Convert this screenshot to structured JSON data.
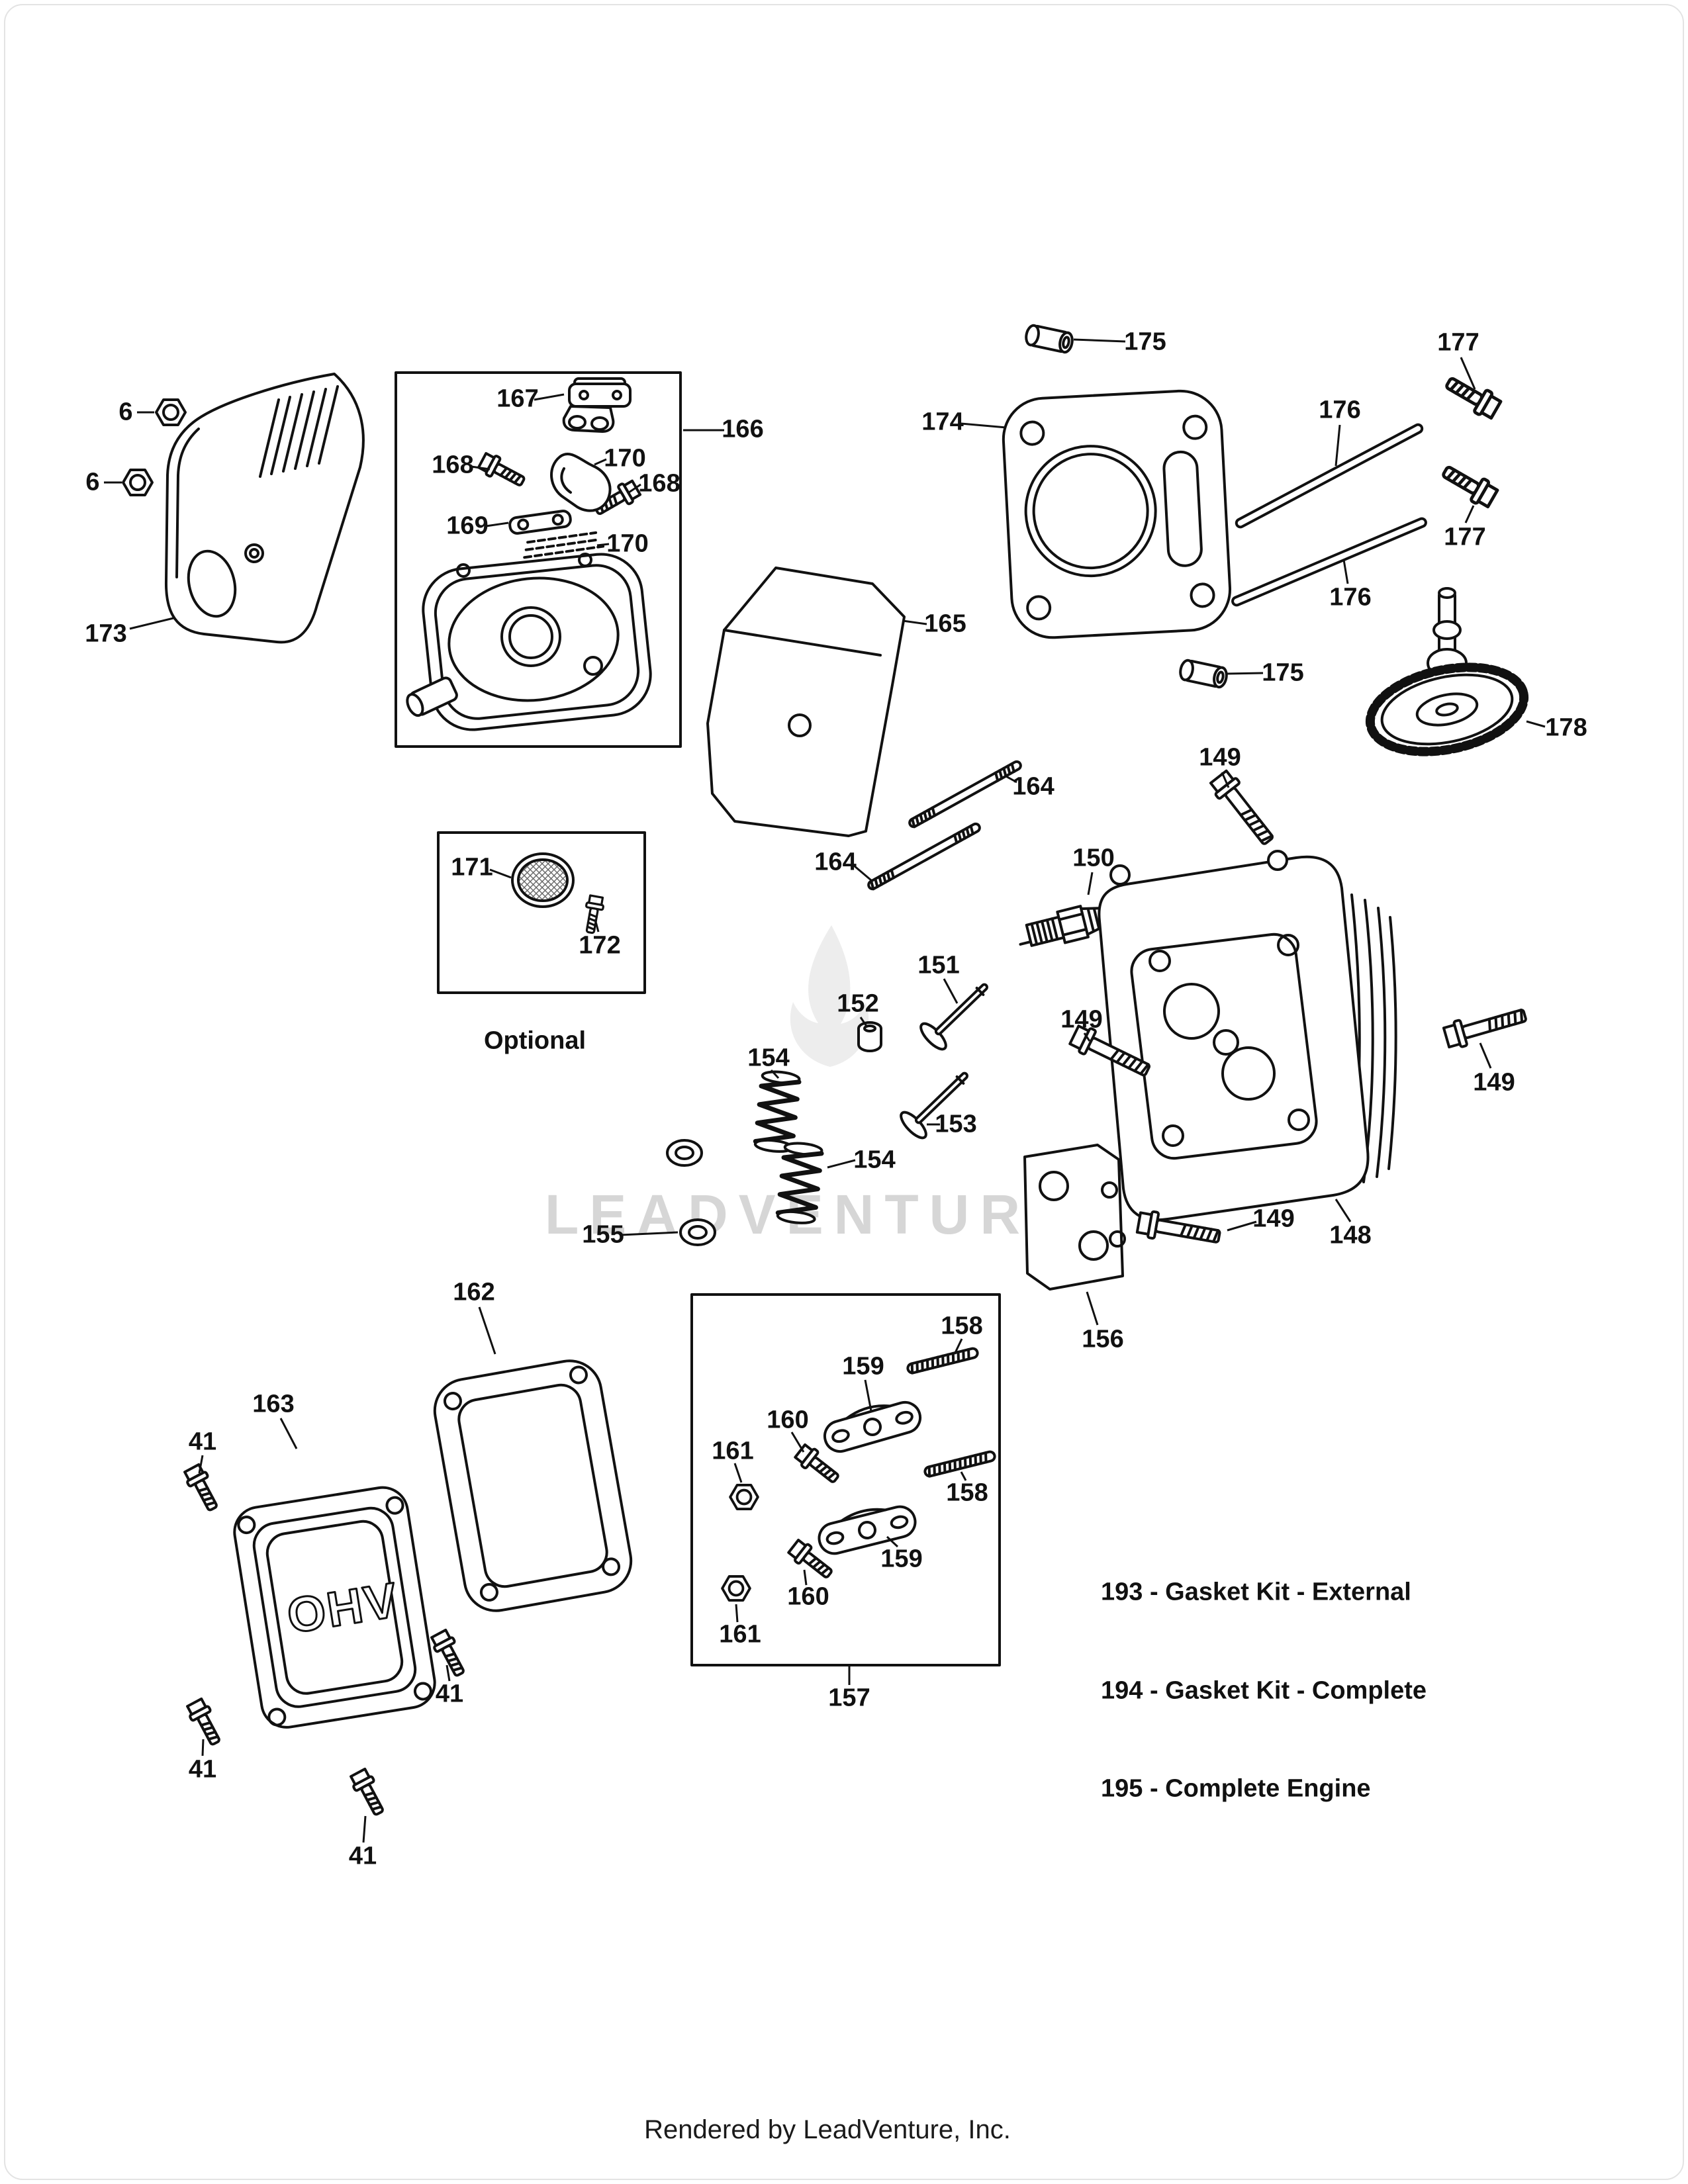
{
  "diagram": {
    "watermark": "LEADVENTURE",
    "footer": "Rendered by LeadVenture, Inc.",
    "optional_label": "Optional",
    "cover_embossed_text": "OHV"
  },
  "kit_list": [
    "193 - Gasket Kit - External",
    "194 - Gasket Kit - Complete",
    "195 - Complete Engine"
  ],
  "callouts": [
    {
      "label": "6"
    },
    {
      "label": "6"
    },
    {
      "label": "173"
    },
    {
      "label": "167"
    },
    {
      "label": "166"
    },
    {
      "label": "168"
    },
    {
      "label": "170"
    },
    {
      "label": "168"
    },
    {
      "label": "169"
    },
    {
      "label": "170"
    },
    {
      "label": "165"
    },
    {
      "label": "174"
    },
    {
      "label": "175"
    },
    {
      "label": "175"
    },
    {
      "label": "176"
    },
    {
      "label": "176"
    },
    {
      "label": "177"
    },
    {
      "label": "177"
    },
    {
      "label": "178"
    },
    {
      "label": "149"
    },
    {
      "label": "149"
    },
    {
      "label": "149"
    },
    {
      "label": "149"
    },
    {
      "label": "150"
    },
    {
      "label": "164"
    },
    {
      "label": "164"
    },
    {
      "label": "151"
    },
    {
      "label": "152"
    },
    {
      "label": "153"
    },
    {
      "label": "154"
    },
    {
      "label": "154"
    },
    {
      "label": "155"
    },
    {
      "label": "148"
    },
    {
      "label": "156"
    },
    {
      "label": "171"
    },
    {
      "label": "172"
    },
    {
      "label": "162"
    },
    {
      "label": "163"
    },
    {
      "label": "41"
    },
    {
      "label": "41"
    },
    {
      "label": "41"
    },
    {
      "label": "41"
    },
    {
      "label": "158"
    },
    {
      "label": "159"
    },
    {
      "label": "160"
    },
    {
      "label": "161"
    },
    {
      "label": "158"
    },
    {
      "label": "159"
    },
    {
      "label": "160"
    },
    {
      "label": "161"
    },
    {
      "label": "157"
    }
  ]
}
